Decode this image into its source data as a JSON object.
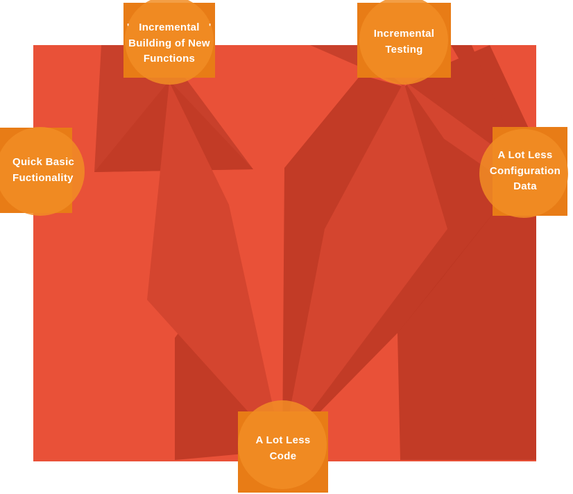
{
  "diagram": {
    "description": "Five benefit nodes connected by red beams forming a large M shape",
    "tick_left": "'",
    "tick_right": "'"
  },
  "colors": {
    "canvas_white": "#ffffff",
    "bg_red": "#E95138",
    "dark_red": "#C23B26",
    "dark_red2": "#C8402B",
    "mid_red": "#D4452F",
    "overlay_dark": "#BB3722",
    "node_orange": "#E87C16",
    "circle_orange": "#F18D24",
    "text_white": "#FFFFFF"
  },
  "nodes": [
    {
      "id": "top-left",
      "lines": [
        "Incremental",
        "Building of New",
        "Functions"
      ]
    },
    {
      "id": "top-right",
      "lines": [
        "Incremental",
        "Testing"
      ]
    },
    {
      "id": "left",
      "lines": [
        "Quick Basic",
        "Fuctionality"
      ]
    },
    {
      "id": "right",
      "lines": [
        "A Lot Less",
        "Configuration",
        "Data"
      ]
    },
    {
      "id": "bottom",
      "lines": [
        "A Lot Less",
        "Code"
      ]
    }
  ]
}
